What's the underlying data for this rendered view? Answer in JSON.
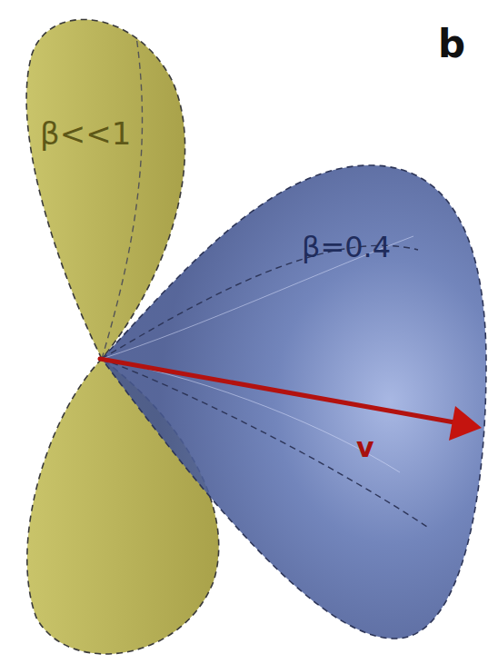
{
  "diagram": {
    "labels": [
      "b",
      "β<<1",
      "β=0.4",
      "v"
    ]
  }
}
